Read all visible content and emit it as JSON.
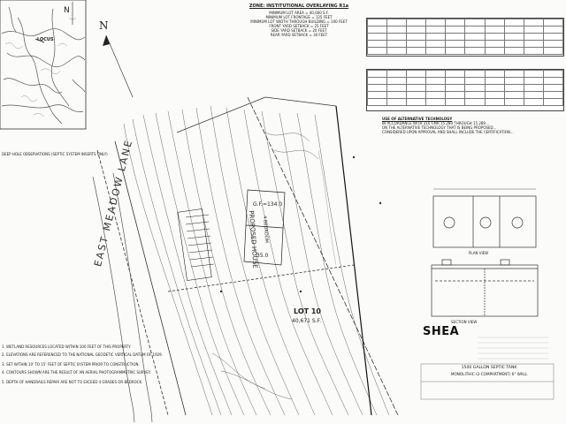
{
  "zoning": {
    "heading": "ZONE: INSTITUTIONAL OVERLAYING R1a",
    "items": [
      "MINIMUM LOT AREA = 40,000 S.F.",
      "MINIMUM LOT FRONTAGE = 125 FEET",
      "MINIMUM LOT WIDTH THROUGH BUILDING = 100 FEET",
      "FRONT YARD SETBACK = 25 FEET",
      "SIDE YARD SETBACK = 20 FEET",
      "REAR YARD SETBACK = 30 FEET"
    ]
  },
  "locus": {
    "label": "LOCUS"
  },
  "north_arrow": {
    "label": "N"
  },
  "soils": {
    "label": "DEEP HOLE OBSERVATIONS (SEPTIC SYSTEM INSERTS ONLY)"
  },
  "alt_tech": {
    "heading": "USE OF ALTERNATIVE TECHNOLOGY",
    "lines": [
      "IN ACCORDANCE WITH 310 CMR 15.280 THROUGH 15.289...",
      "ON THE ALTERNATIVE TECHNOLOGY THAT IS BEING PROPOSED...",
      "CONSIDERED UPON APPROVAL AND SHALL INCLUDE THE CERTIFICATION..."
    ]
  },
  "parcel": {
    "lot_label": "LOT 10",
    "lot_area": "40,671 S.F.",
    "road_name": "EAST MEADOW LANE",
    "house_label": "PROPOSED HOUSE",
    "bedrooms": "4 BEDROOM",
    "elevation": "G.F.=134.0",
    "dim": "35.0"
  },
  "tank": {
    "brand": "SHEA",
    "title": "1500 GALLON SEPTIC TANK",
    "subtitle": "MONOLITHIC (2-COMPARTMENT) 6\" WALL",
    "section_label": "SECTION VIEW",
    "plan_label": "PLAN VIEW"
  },
  "notes": {
    "lines": [
      "1. WETLAND RESOURCES LOCATED WITHIN 100 FEET OF THIS PROPERTY.",
      "2. ELEVATIONS ARE REFERENCED TO THE NATIONAL GEODETIC VERTICAL DATUM OF 1929.",
      "3. SET WITHIN 10' TO 15' FEET OF SEPTIC SYSTEM PRIOR TO CONSTRUCTION.",
      "4. CONTOURS SHOWN ARE THE RESULT OF AN AERIAL PHOTOGRAMMETRIC SURVEY.",
      "5. DEPTH OF HANDRAILS REPAIR ARE NOT TO EXCEED 4 GRADES OR BEDROCK."
    ]
  }
}
